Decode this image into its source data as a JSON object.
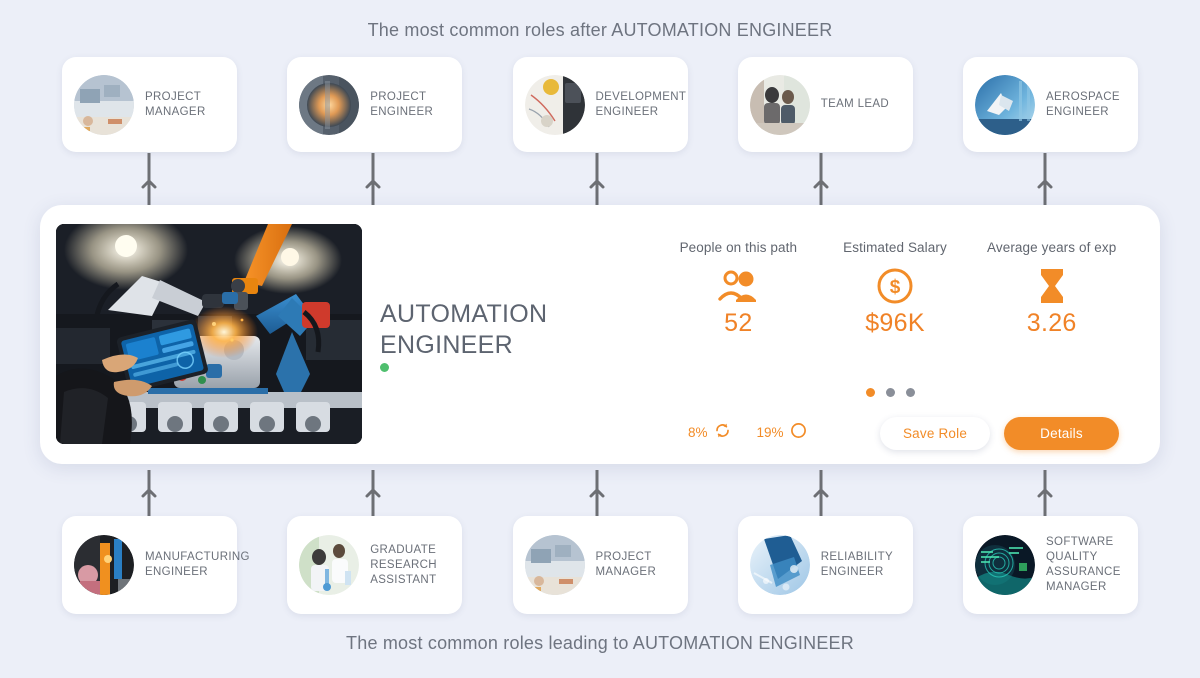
{
  "captions": {
    "top": "The most common roles after AUTOMATION ENGINEER",
    "bottom": "The most common roles leading to AUTOMATION ENGINEER"
  },
  "colors": {
    "accent": "#f28c28",
    "background": "#eceff8",
    "card": "#ffffff",
    "text_muted": "#6b7079",
    "status_dot": "#4fbf6e",
    "dot_inactive": "#8a8f99",
    "arrow": "#6d6f74"
  },
  "next_roles": [
    {
      "label": "PROJECT\nMANAGER",
      "avatar": "project-manager-photo"
    },
    {
      "label": "PROJECT\nENGINEER",
      "avatar": "project-engineer-photo"
    },
    {
      "label": "DEVELOPMENT\nENGINEER",
      "avatar": "development-engineer-photo"
    },
    {
      "label": "TEAM LEAD",
      "avatar": "team-lead-photo"
    },
    {
      "label": "AEROSPACE\nENGINEER",
      "avatar": "aerospace-engineer-photo"
    }
  ],
  "previous_roles": [
    {
      "label": "MANUFACTURING\nENGINEER",
      "avatar": "manufacturing-engineer-photo"
    },
    {
      "label": "GRADUATE\nRESEARCH\nASSISTANT",
      "avatar": "graduate-research-assistant-photo"
    },
    {
      "label": "PROJECT\nMANAGER",
      "avatar": "project-manager-photo"
    },
    {
      "label": "RELIABILITY\nENGINEER",
      "avatar": "reliability-engineer-photo"
    },
    {
      "label": "SOFTWARE\nQUALITY\nASSURANCE\nMANAGER",
      "avatar": "software-quality-assurance-manager-photo"
    }
  ],
  "main_card": {
    "title": "AUTOMATION\nENGINEER",
    "hero_image": "automation-robotics-factory-photo",
    "stats": [
      {
        "label": "People on this path",
        "icon": "people-icon",
        "value": "52"
      },
      {
        "label": "Estimated Salary",
        "icon": "dollar-circle-icon",
        "value": "$96K"
      },
      {
        "label": "Average years of exp",
        "icon": "hourglass-icon",
        "value": "3.26"
      }
    ],
    "metrics": [
      {
        "value": "8%",
        "icon": "turnover-refresh-icon"
      },
      {
        "value": "19%",
        "icon": "growth-circle-icon"
      }
    ],
    "pagination": {
      "total": 3,
      "active_index": 0
    },
    "buttons": {
      "save": "Save Role",
      "details": "Details"
    }
  }
}
